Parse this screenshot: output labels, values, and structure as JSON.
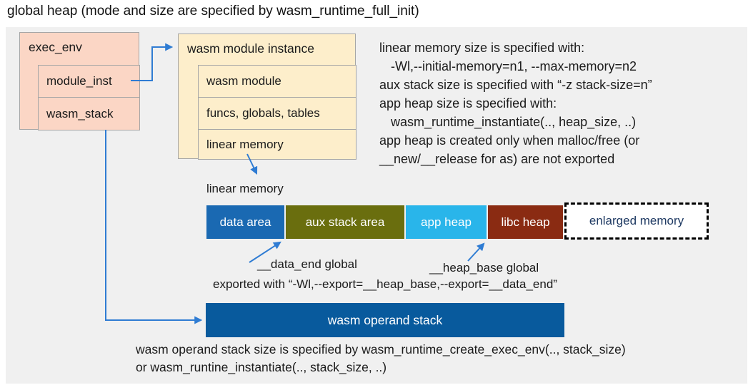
{
  "title": "global heap (mode and size are specified by wasm_runtime_full_init)",
  "boxes": {
    "exec_env": {
      "header": "exec_env",
      "row1": "module_inst",
      "row2": "wasm_stack"
    },
    "module_instance": {
      "header": "wasm module instance",
      "row1": "wasm module",
      "row2": "funcs, globals, tables",
      "row3": "linear memory"
    }
  },
  "right_notes": {
    "line1": "linear memory size is specified with:",
    "line2": "-Wl,--initial-memory=n1, --max-memory=n2",
    "line3": "aux stack size is specified with “-z stack-size=n”",
    "line4": "app heap size is specified with:",
    "line5": "wasm_runtime_instantiate(.., heap_size, ..)",
    "line6": "app heap is created only when malloc/free (or",
    "line7": "__new/__release for as) are not exported"
  },
  "linear_memory": {
    "label": "linear memory",
    "segments": [
      {
        "name": "data area",
        "color": "#1a69b2"
      },
      {
        "name": "aux stack area",
        "color": "#6a6e0e"
      },
      {
        "name": "app heap",
        "color": "#29b5ea"
      },
      {
        "name": "libc heap",
        "color": "#8a2b12"
      },
      {
        "name": "enlarged memory",
        "color": "#ffffff",
        "text_color": "#1f3a63"
      }
    ],
    "data_end_label": "__data_end global",
    "heap_base_label": "__heap_base global",
    "export_note": "exported with “-Wl,--export=__heap_base,--export=__data_end”"
  },
  "operand_stack": {
    "label": "wasm operand stack",
    "color": "#085a9d",
    "note_line1": "wasm operand stack size is specified by wasm_runtime_create_exec_env(.., stack_size)",
    "note_line2": "or wasm_runtine_instantiate(.., stack_size, ..)"
  },
  "colors": {
    "panel_bg": "#f0f0f0",
    "exec_env_fill": "#fbd6c5",
    "module_instance_fill": "#fdeecb",
    "box_border": "#a6a6a6",
    "arrow": "#2f7cd3",
    "enlarged_border": "#000000"
  }
}
